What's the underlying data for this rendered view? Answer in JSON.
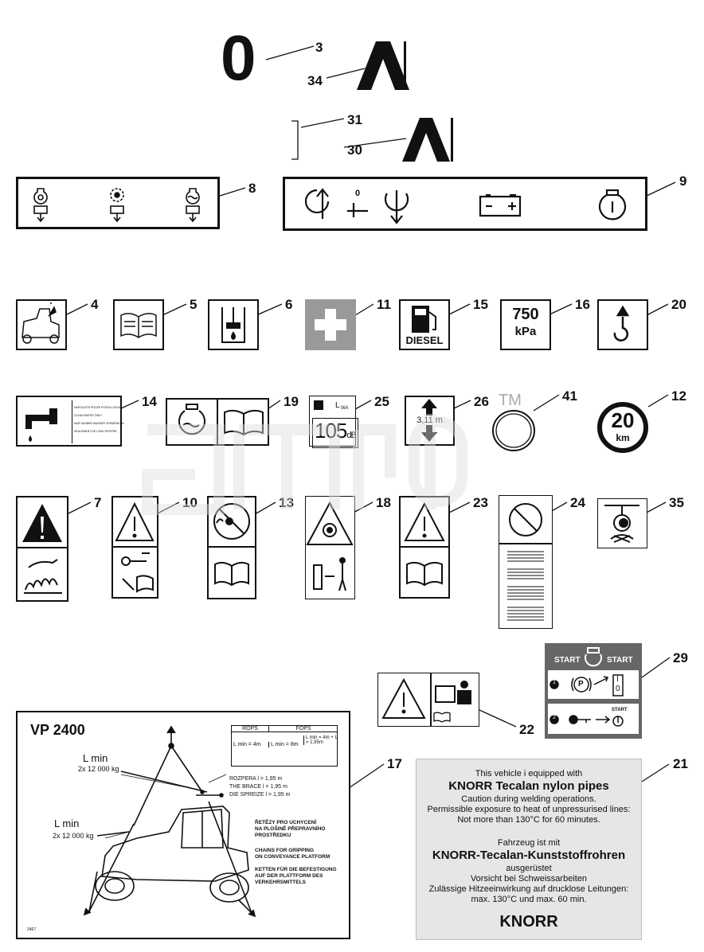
{
  "callouts": {
    "n3": "3",
    "n34": "34",
    "n31": "31",
    "n30": "30",
    "n8": "8",
    "n9": "9",
    "n4": "4",
    "n5": "5",
    "n6": "6",
    "n11": "11",
    "n15": "15",
    "n16": "16",
    "n20": "20",
    "n14": "14",
    "n19": "19",
    "n25": "25",
    "n26": "26",
    "n41": "41",
    "n12": "12",
    "n7": "7",
    "n10": "10",
    "n13": "13",
    "n18": "18",
    "n23": "23",
    "n24": "24",
    "n35": "35",
    "n29": "29",
    "n22": "22",
    "n17": "17",
    "n21": "21"
  },
  "decals": {
    "zero_glyph": "0",
    "diesel": "DIESEL",
    "pressure_value": "750",
    "pressure_unit": "kPa",
    "noise_l": "L",
    "noise_wa": "WA",
    "noise_value": "105",
    "noise_unit": "dB",
    "height_value": "3,11 m",
    "tm": "TM",
    "speed_value": "20",
    "speed_unit": "km",
    "switch_zero": "0",
    "water_lines": [
      "NAPOUZITE POUZE PITNOU VODU",
      "CLEAN WATER ONLY",
      "NUR SAUBER WASSER VERWENDEN",
      "SEULEMENT DE L'EAU PROPRE"
    ]
  },
  "decal29": {
    "start_left": "START",
    "start_right": "START",
    "step1": "1",
    "step2": "2",
    "start_small": "START",
    "p_letter": "P",
    "switch_i": "I",
    "switch_o": "0"
  },
  "vp": {
    "model": "VP 2400",
    "rops": "ROPS",
    "fops": "FOPS",
    "lmin_4": "L min = 4m",
    "lmin_8": "L min = 8m",
    "lmin_sum": "L min = 4m + L = 1,95m",
    "lmin_top": "L min",
    "load_top": "2x 12 000 kg",
    "lmin_left": "L min",
    "load_left": "2x 12 000 kg",
    "brace_cz": "ROZPERA  l = 1,95 m",
    "brace_en": "THE BRACE  l = 1,95 m",
    "brace_de": "DIE SPREIZE  l = 1,95 m",
    "cz_lines": [
      "ŘETĚZY PRO UCHYCENÍ",
      "NA PLOŠINĚ PŘEPRAVNÍHO",
      "PROSTŘEDKU"
    ],
    "en_lines": [
      "CHAINS FOR GRIPPING",
      "ON CONVEYANCE PLATFORM"
    ],
    "de_lines": [
      "KETTEN FÜR DIE BEFESTIGUNG",
      "AUF DER PLATTFORM DES",
      "VERKEHRSMITTELS"
    ],
    "code": "2467"
  },
  "knorr": {
    "l1": "This vehicle i equipped with",
    "l2": "KNORR Tecalan nylon pipes",
    "l3": "Caution during welding operations.",
    "l4": "Permissible exposure to heat of unpressurised lines:",
    "l5": "Not more than 130°C for 60 minutes.",
    "l6": "Fahrzeug ist mit",
    "l7": "KNORR-Tecalan-Kunststoffrohren",
    "l8": "ausgerüstet",
    "l9": "Vorsicht bei Schweissarbeiten",
    "l10": "Zulässige Hitzeeinwirkung auf drucklose Leitungen:",
    "l11": "max. 130°C und max. 60 min.",
    "l12": "KNORR"
  }
}
